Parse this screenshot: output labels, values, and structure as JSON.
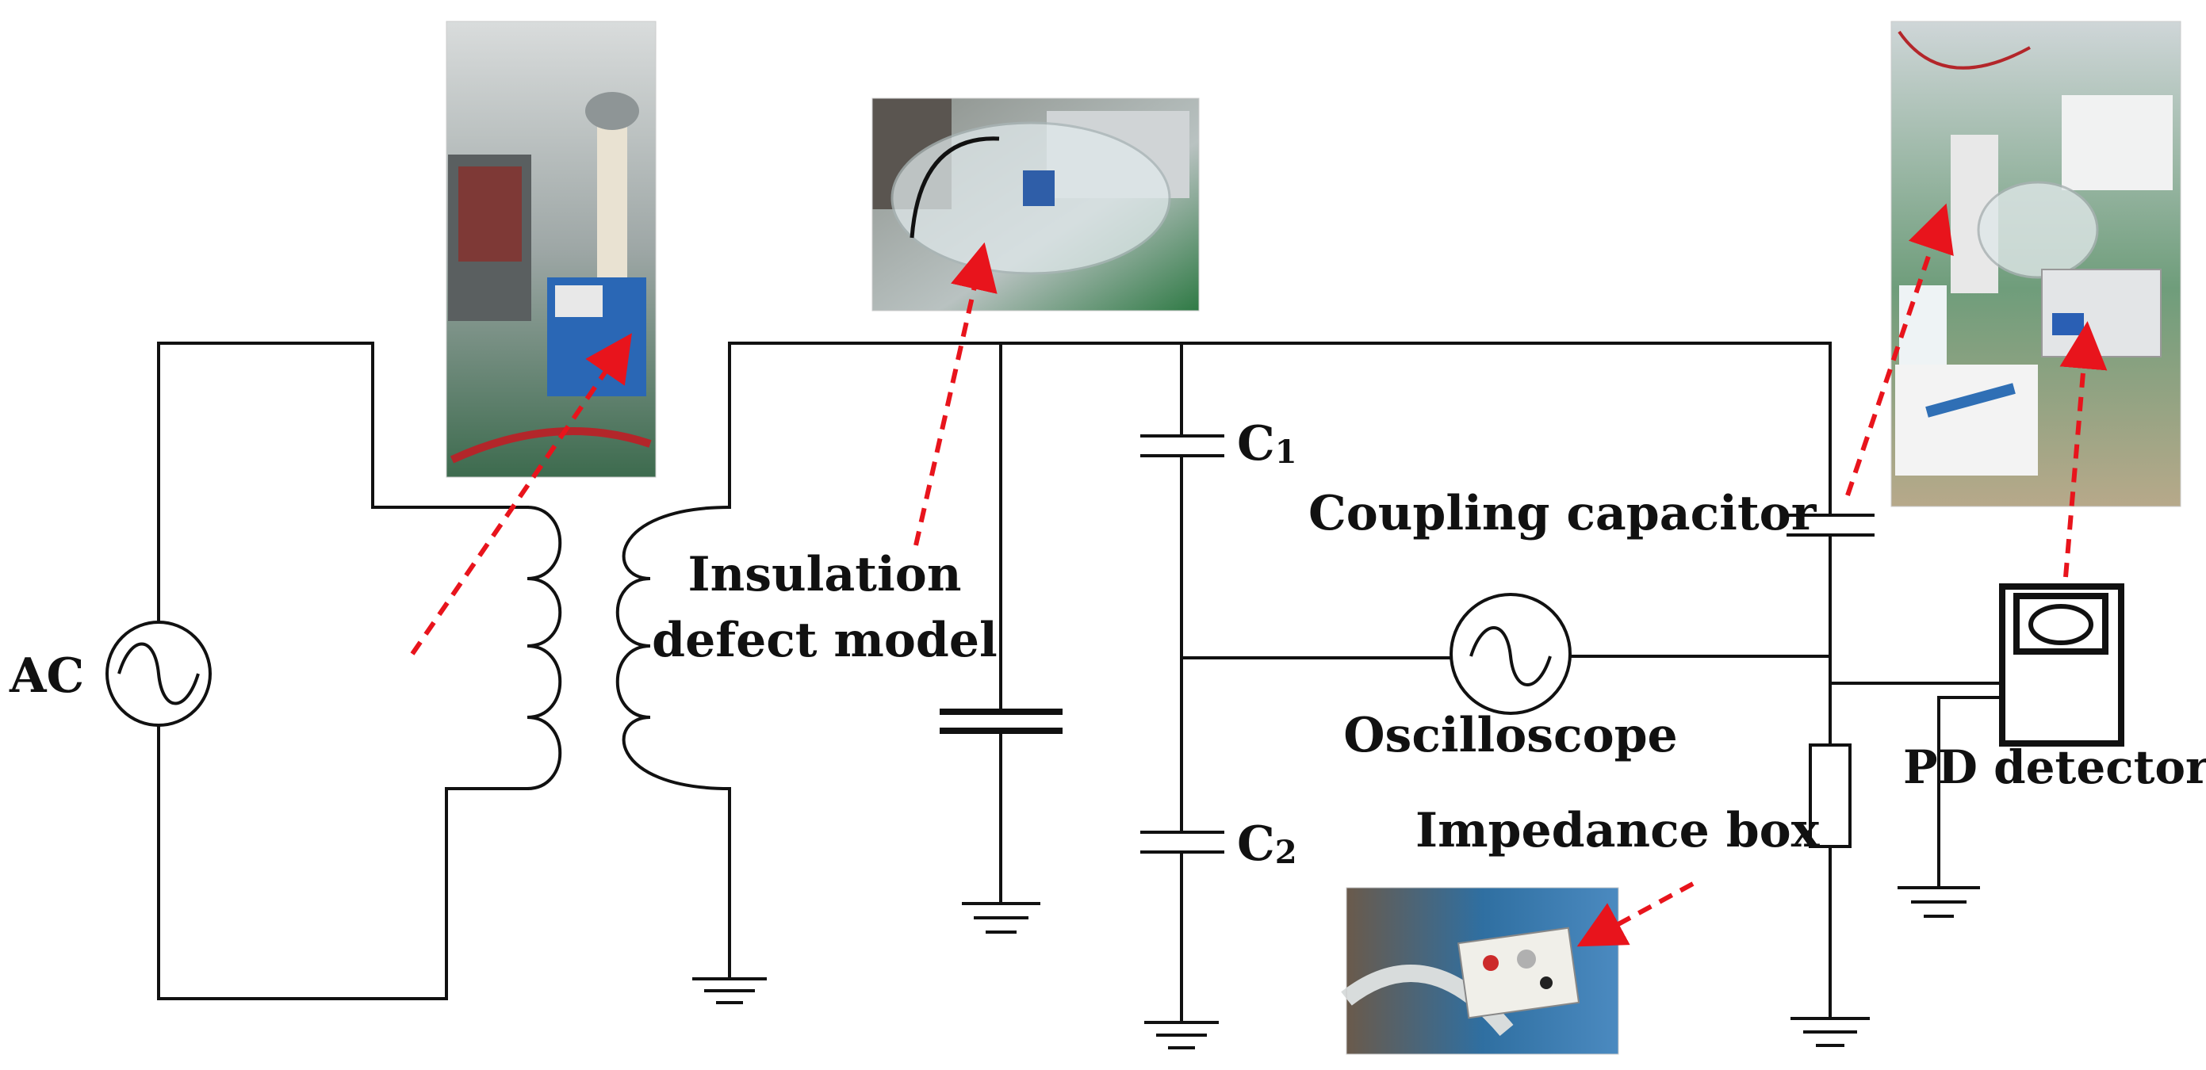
{
  "labels": {
    "ac": "AC",
    "insulation_line1": "Insulation",
    "insulation_line2": "defect model",
    "c1_main": "C",
    "c1_sub": "1",
    "c2_main": "C",
    "c2_sub": "2",
    "coupling": "Coupling capacitor",
    "oscilloscope": "Oscilloscope",
    "impedance": "Impedance box",
    "pd_detector": "PD detector"
  },
  "photos": [
    {
      "id": "transformer-photo",
      "subject": "high-voltage test transformer"
    },
    {
      "id": "defect-model-photo",
      "subject": "insulation defect model in transparent vessel"
    },
    {
      "id": "lab-photo",
      "subject": "laboratory setup with coupling capacitor and PD detector"
    },
    {
      "id": "impedance-photo",
      "subject": "impedance box"
    }
  ],
  "colors": {
    "wire": "#111111",
    "arrow": "#e8141c",
    "background": "#ffffff"
  }
}
